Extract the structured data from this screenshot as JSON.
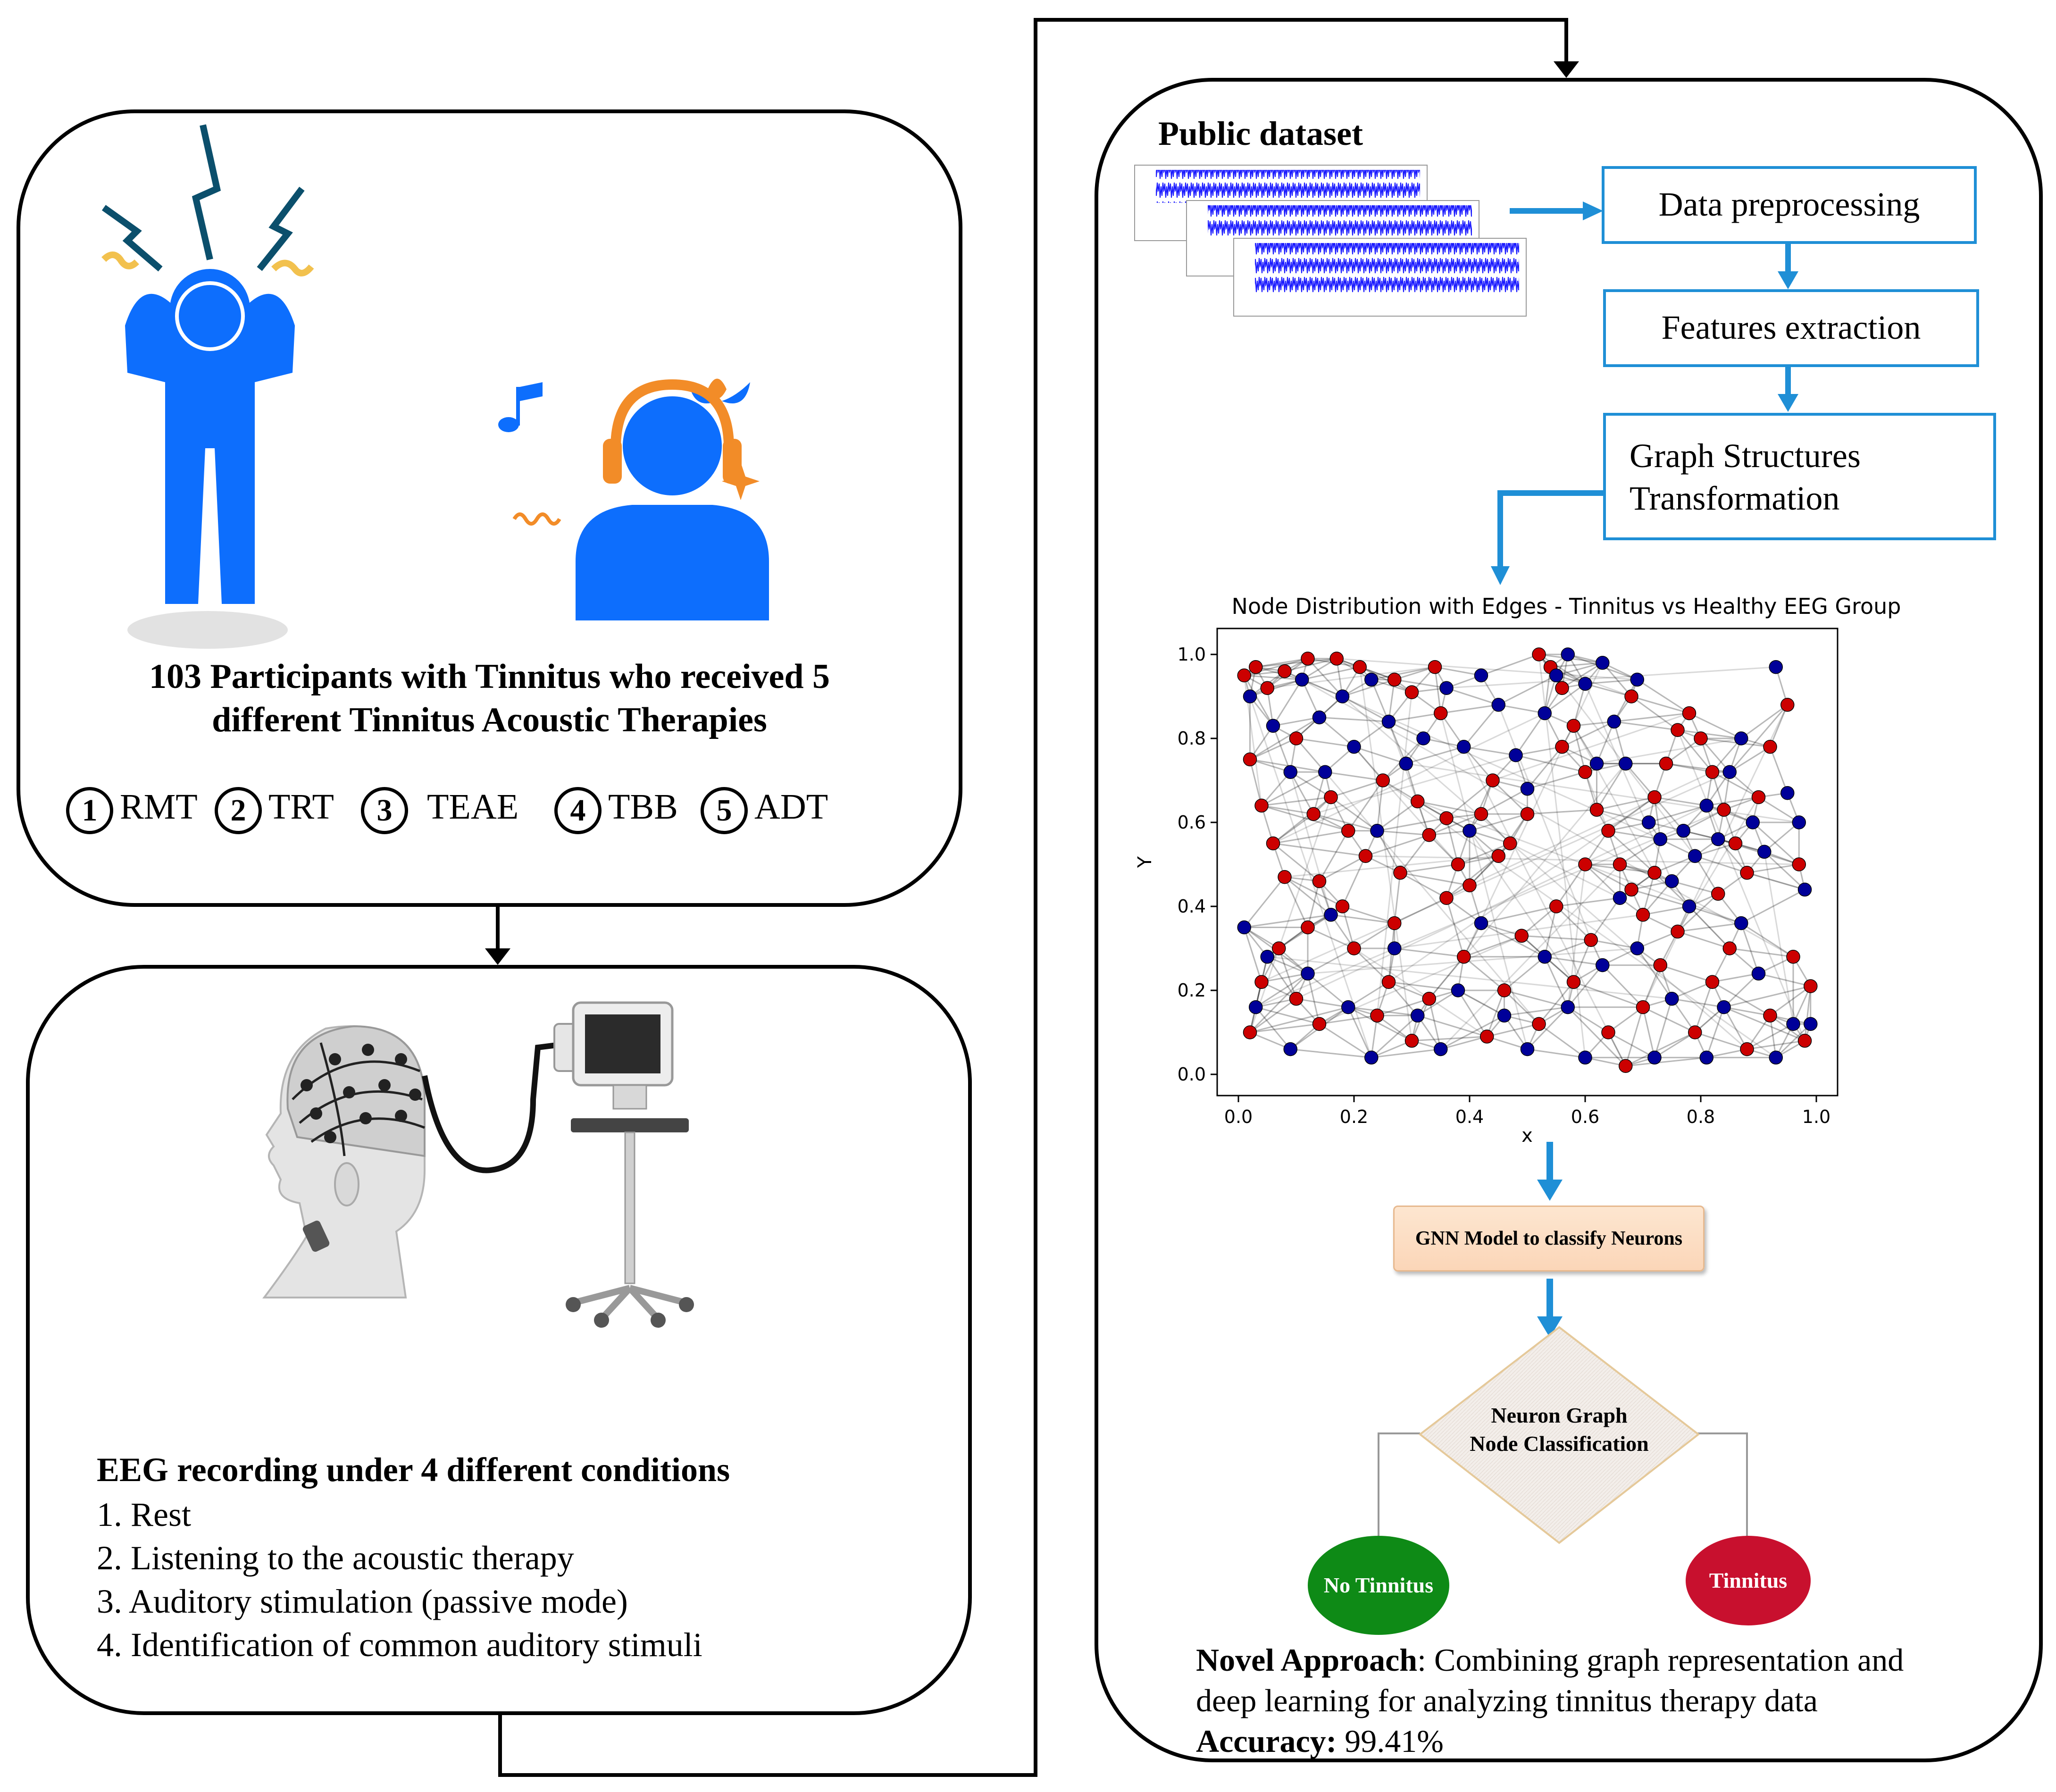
{
  "participants": {
    "line1": "103 Participants with Tinnitus who received 5",
    "line2": "different Tinnitus Acoustic Therapies"
  },
  "therapies": [
    {
      "num": "1",
      "label": "RMT"
    },
    {
      "num": "2",
      "label": "TRT"
    },
    {
      "num": "3",
      "label": "TEAE"
    },
    {
      "num": "4",
      "label": "TBB"
    },
    {
      "num": "5",
      "label": "ADT"
    }
  ],
  "eeg": {
    "title": "EEG recording under 4 different conditions",
    "conditions": [
      "1. Rest",
      "2. Listening to the acoustic therapy",
      "3. Auditory stimulation (passive mode)",
      "4. Identification of common auditory stimuli"
    ]
  },
  "right_panel": {
    "dataset_title": "Public dataset",
    "steps": {
      "preprocessing": "Data preprocessing",
      "features": "Features extraction",
      "graph_line1": "Graph Structures",
      "graph_line2": "Transformation"
    },
    "gnn_label": "GNN Model to classify Neurons",
    "decision_line1": "Neuron Graph",
    "decision_line2": "Node Classification",
    "no_tinnitus": "No Tinnitus",
    "tinnitus": "Tinnitus",
    "novel_bold": "Novel Approach",
    "novel_rest": ": Combining graph representation and",
    "novel_line2": "deep learning for analyzing tinnitus therapy data",
    "accuracy_label": "Accuracy:",
    "accuracy_value": " 99.41%"
  },
  "colors": {
    "person_blue": "#0d6efd",
    "accent_orange": "#f28c28",
    "flow_blue": "#1f8fd6",
    "node_red": "#cc0000",
    "node_blue": "#000099",
    "green": "#0e8a16",
    "crimson": "#c8102e"
  },
  "chart_data": {
    "type": "scatter",
    "title": "Node Distribution with Edges - Tinnitus vs Healthy EEG Group",
    "xlabel": "x",
    "ylabel": "Y",
    "xlim": [
      0.0,
      1.0
    ],
    "ylim": [
      0.0,
      1.0
    ],
    "xticks": [
      "0.0",
      "0.2",
      "0.4",
      "0.6",
      "0.8",
      "1.0"
    ],
    "yticks": [
      "0.0",
      "0.2",
      "0.4",
      "0.6",
      "0.8",
      "1.0"
    ],
    "series": [
      {
        "color": "#cc0000",
        "points": [
          [
            0.01,
            0.95
          ],
          [
            0.03,
            0.97
          ],
          [
            0.05,
            0.92
          ],
          [
            0.08,
            0.96
          ],
          [
            0.12,
            0.99
          ],
          [
            0.17,
            0.99
          ],
          [
            0.21,
            0.97
          ],
          [
            0.27,
            0.94
          ],
          [
            0.3,
            0.91
          ],
          [
            0.34,
            0.97
          ],
          [
            0.02,
            0.75
          ],
          [
            0.04,
            0.64
          ],
          [
            0.06,
            0.55
          ],
          [
            0.1,
            0.8
          ],
          [
            0.13,
            0.62
          ],
          [
            0.16,
            0.66
          ],
          [
            0.19,
            0.58
          ],
          [
            0.22,
            0.52
          ],
          [
            0.25,
            0.7
          ],
          [
            0.28,
            0.48
          ],
          [
            0.31,
            0.65
          ],
          [
            0.33,
            0.57
          ],
          [
            0.36,
            0.61
          ],
          [
            0.38,
            0.5
          ],
          [
            0.4,
            0.45
          ],
          [
            0.42,
            0.62
          ],
          [
            0.44,
            0.7
          ],
          [
            0.47,
            0.55
          ],
          [
            0.5,
            0.62
          ],
          [
            0.52,
            1.0
          ],
          [
            0.54,
            0.97
          ],
          [
            0.56,
            0.92
          ],
          [
            0.58,
            0.83
          ],
          [
            0.6,
            0.72
          ],
          [
            0.62,
            0.63
          ],
          [
            0.64,
            0.58
          ],
          [
            0.66,
            0.5
          ],
          [
            0.68,
            0.44
          ],
          [
            0.7,
            0.38
          ],
          [
            0.72,
            0.66
          ],
          [
            0.74,
            0.74
          ],
          [
            0.76,
            0.82
          ],
          [
            0.78,
            0.86
          ],
          [
            0.8,
            0.8
          ],
          [
            0.82,
            0.72
          ],
          [
            0.84,
            0.63
          ],
          [
            0.86,
            0.55
          ],
          [
            0.88,
            0.48
          ],
          [
            0.9,
            0.66
          ],
          [
            0.92,
            0.78
          ],
          [
            0.95,
            0.88
          ],
          [
            0.97,
            0.5
          ],
          [
            0.99,
            0.21
          ],
          [
            0.02,
            0.1
          ],
          [
            0.04,
            0.22
          ],
          [
            0.07,
            0.3
          ],
          [
            0.1,
            0.18
          ],
          [
            0.14,
            0.12
          ],
          [
            0.18,
            0.4
          ],
          [
            0.2,
            0.3
          ],
          [
            0.24,
            0.14
          ],
          [
            0.27,
            0.36
          ],
          [
            0.3,
            0.08
          ],
          [
            0.33,
            0.18
          ],
          [
            0.36,
            0.42
          ],
          [
            0.39,
            0.28
          ],
          [
            0.43,
            0.09
          ],
          [
            0.46,
            0.2
          ],
          [
            0.49,
            0.33
          ],
          [
            0.52,
            0.12
          ],
          [
            0.55,
            0.4
          ],
          [
            0.58,
            0.22
          ],
          [
            0.61,
            0.32
          ],
          [
            0.64,
            0.1
          ],
          [
            0.67,
            0.02
          ],
          [
            0.7,
            0.16
          ],
          [
            0.73,
            0.26
          ],
          [
            0.76,
            0.34
          ],
          [
            0.79,
            0.1
          ],
          [
            0.82,
            0.22
          ],
          [
            0.85,
            0.3
          ],
          [
            0.88,
            0.06
          ],
          [
            0.92,
            0.14
          ],
          [
            0.96,
            0.28
          ],
          [
            0.98,
            0.08
          ],
          [
            0.14,
            0.46
          ],
          [
            0.26,
            0.22
          ],
          [
            0.6,
            0.5
          ],
          [
            0.56,
            0.78
          ],
          [
            0.35,
            0.86
          ],
          [
            0.08,
            0.47
          ],
          [
            0.12,
            0.35
          ],
          [
            0.45,
            0.52
          ],
          [
            0.72,
            0.48
          ],
          [
            0.83,
            0.43
          ],
          [
            0.68,
            0.9
          ]
        ]
      },
      {
        "color": "#000099",
        "points": [
          [
            0.02,
            0.9
          ],
          [
            0.06,
            0.83
          ],
          [
            0.09,
            0.72
          ],
          [
            0.11,
            0.94
          ],
          [
            0.14,
            0.85
          ],
          [
            0.18,
            0.9
          ],
          [
            0.2,
            0.78
          ],
          [
            0.23,
            0.94
          ],
          [
            0.26,
            0.84
          ],
          [
            0.29,
            0.74
          ],
          [
            0.32,
            0.8
          ],
          [
            0.36,
            0.92
          ],
          [
            0.39,
            0.78
          ],
          [
            0.42,
            0.95
          ],
          [
            0.45,
            0.88
          ],
          [
            0.48,
            0.76
          ],
          [
            0.5,
            0.68
          ],
          [
            0.53,
            0.86
          ],
          [
            0.55,
            0.95
          ],
          [
            0.57,
            1.0
          ],
          [
            0.6,
            0.93
          ],
          [
            0.63,
            0.98
          ],
          [
            0.65,
            0.84
          ],
          [
            0.67,
            0.74
          ],
          [
            0.69,
            0.94
          ],
          [
            0.71,
            0.6
          ],
          [
            0.73,
            0.56
          ],
          [
            0.75,
            0.46
          ],
          [
            0.77,
            0.58
          ],
          [
            0.79,
            0.52
          ],
          [
            0.81,
            0.64
          ],
          [
            0.83,
            0.56
          ],
          [
            0.85,
            0.72
          ],
          [
            0.87,
            0.8
          ],
          [
            0.89,
            0.6
          ],
          [
            0.91,
            0.53
          ],
          [
            0.93,
            0.97
          ],
          [
            0.95,
            0.67
          ],
          [
            0.97,
            0.6
          ],
          [
            0.98,
            0.44
          ],
          [
            0.01,
            0.35
          ],
          [
            0.03,
            0.16
          ],
          [
            0.05,
            0.28
          ],
          [
            0.09,
            0.06
          ],
          [
            0.12,
            0.24
          ],
          [
            0.16,
            0.38
          ],
          [
            0.19,
            0.16
          ],
          [
            0.23,
            0.04
          ],
          [
            0.27,
            0.3
          ],
          [
            0.31,
            0.14
          ],
          [
            0.35,
            0.06
          ],
          [
            0.38,
            0.2
          ],
          [
            0.42,
            0.36
          ],
          [
            0.46,
            0.14
          ],
          [
            0.5,
            0.06
          ],
          [
            0.53,
            0.28
          ],
          [
            0.57,
            0.16
          ],
          [
            0.6,
            0.04
          ],
          [
            0.63,
            0.26
          ],
          [
            0.66,
            0.42
          ],
          [
            0.69,
            0.3
          ],
          [
            0.72,
            0.04
          ],
          [
            0.75,
            0.18
          ],
          [
            0.78,
            0.4
          ],
          [
            0.81,
            0.04
          ],
          [
            0.84,
            0.16
          ],
          [
            0.87,
            0.36
          ],
          [
            0.9,
            0.24
          ],
          [
            0.93,
            0.04
          ],
          [
            0.96,
            0.12
          ],
          [
            0.99,
            0.12
          ],
          [
            0.62,
            0.74
          ],
          [
            0.4,
            0.58
          ],
          [
            0.24,
            0.58
          ],
          [
            0.15,
            0.72
          ]
        ]
      }
    ]
  }
}
